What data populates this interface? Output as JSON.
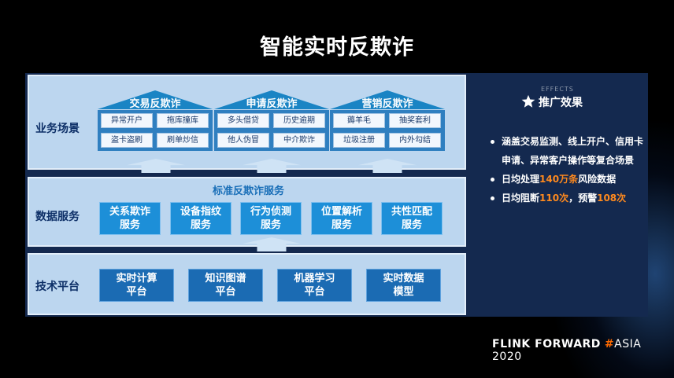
{
  "title": "智能实时反欺诈",
  "layers": {
    "business": {
      "label": "业务场景",
      "groups": [
        {
          "name": "交易反欺诈",
          "tags": [
            "异常开户",
            "拖库撞库",
            "盗卡盗刷",
            "刷单炒信"
          ]
        },
        {
          "name": "申请反欺诈",
          "tags": [
            "多头借贷",
            "历史逾期",
            "他人伪冒",
            "中介欺诈"
          ]
        },
        {
          "name": "营销反欺诈",
          "tags": [
            "薅羊毛",
            "抽奖套利",
            "垃圾注册",
            "内外勾结"
          ]
        }
      ]
    },
    "data_service": {
      "label": "数据服务",
      "title": "标准反欺诈服务",
      "services": [
        "关系欺诈\n服务",
        "设备指纹\n服务",
        "行为侦测\n服务",
        "位置解析\n服务",
        "共性匹配\n服务"
      ]
    },
    "tech": {
      "label": "技术平台",
      "platforms": [
        "实时计算\n平台",
        "知识图谱\n平台",
        "机器学习\n平台",
        "实时数据\n模型"
      ]
    }
  },
  "effects": {
    "en": "EFFECTS",
    "heading": "推广效果",
    "bullet1": "涵盖交易监测、线上开户、信用卡申请、异常客户操作等复合场景",
    "bullet2_pre": "日均处理",
    "bullet2_hl": "140万条",
    "bullet2_post": "风险数据",
    "bullet3_pre": "日均阻断",
    "bullet3_hl1": "110次",
    "bullet3_mid": "，预警",
    "bullet3_hl2": "108次"
  },
  "footer": {
    "brand": "FLINK FORWARD",
    "hash": "#",
    "event": "ASIA 2020"
  },
  "colors": {
    "accent": "#ff8a1e",
    "panel": "#bcd6ef",
    "service_box": "#1d8fd8",
    "tech_box": "#1b6bb3"
  }
}
